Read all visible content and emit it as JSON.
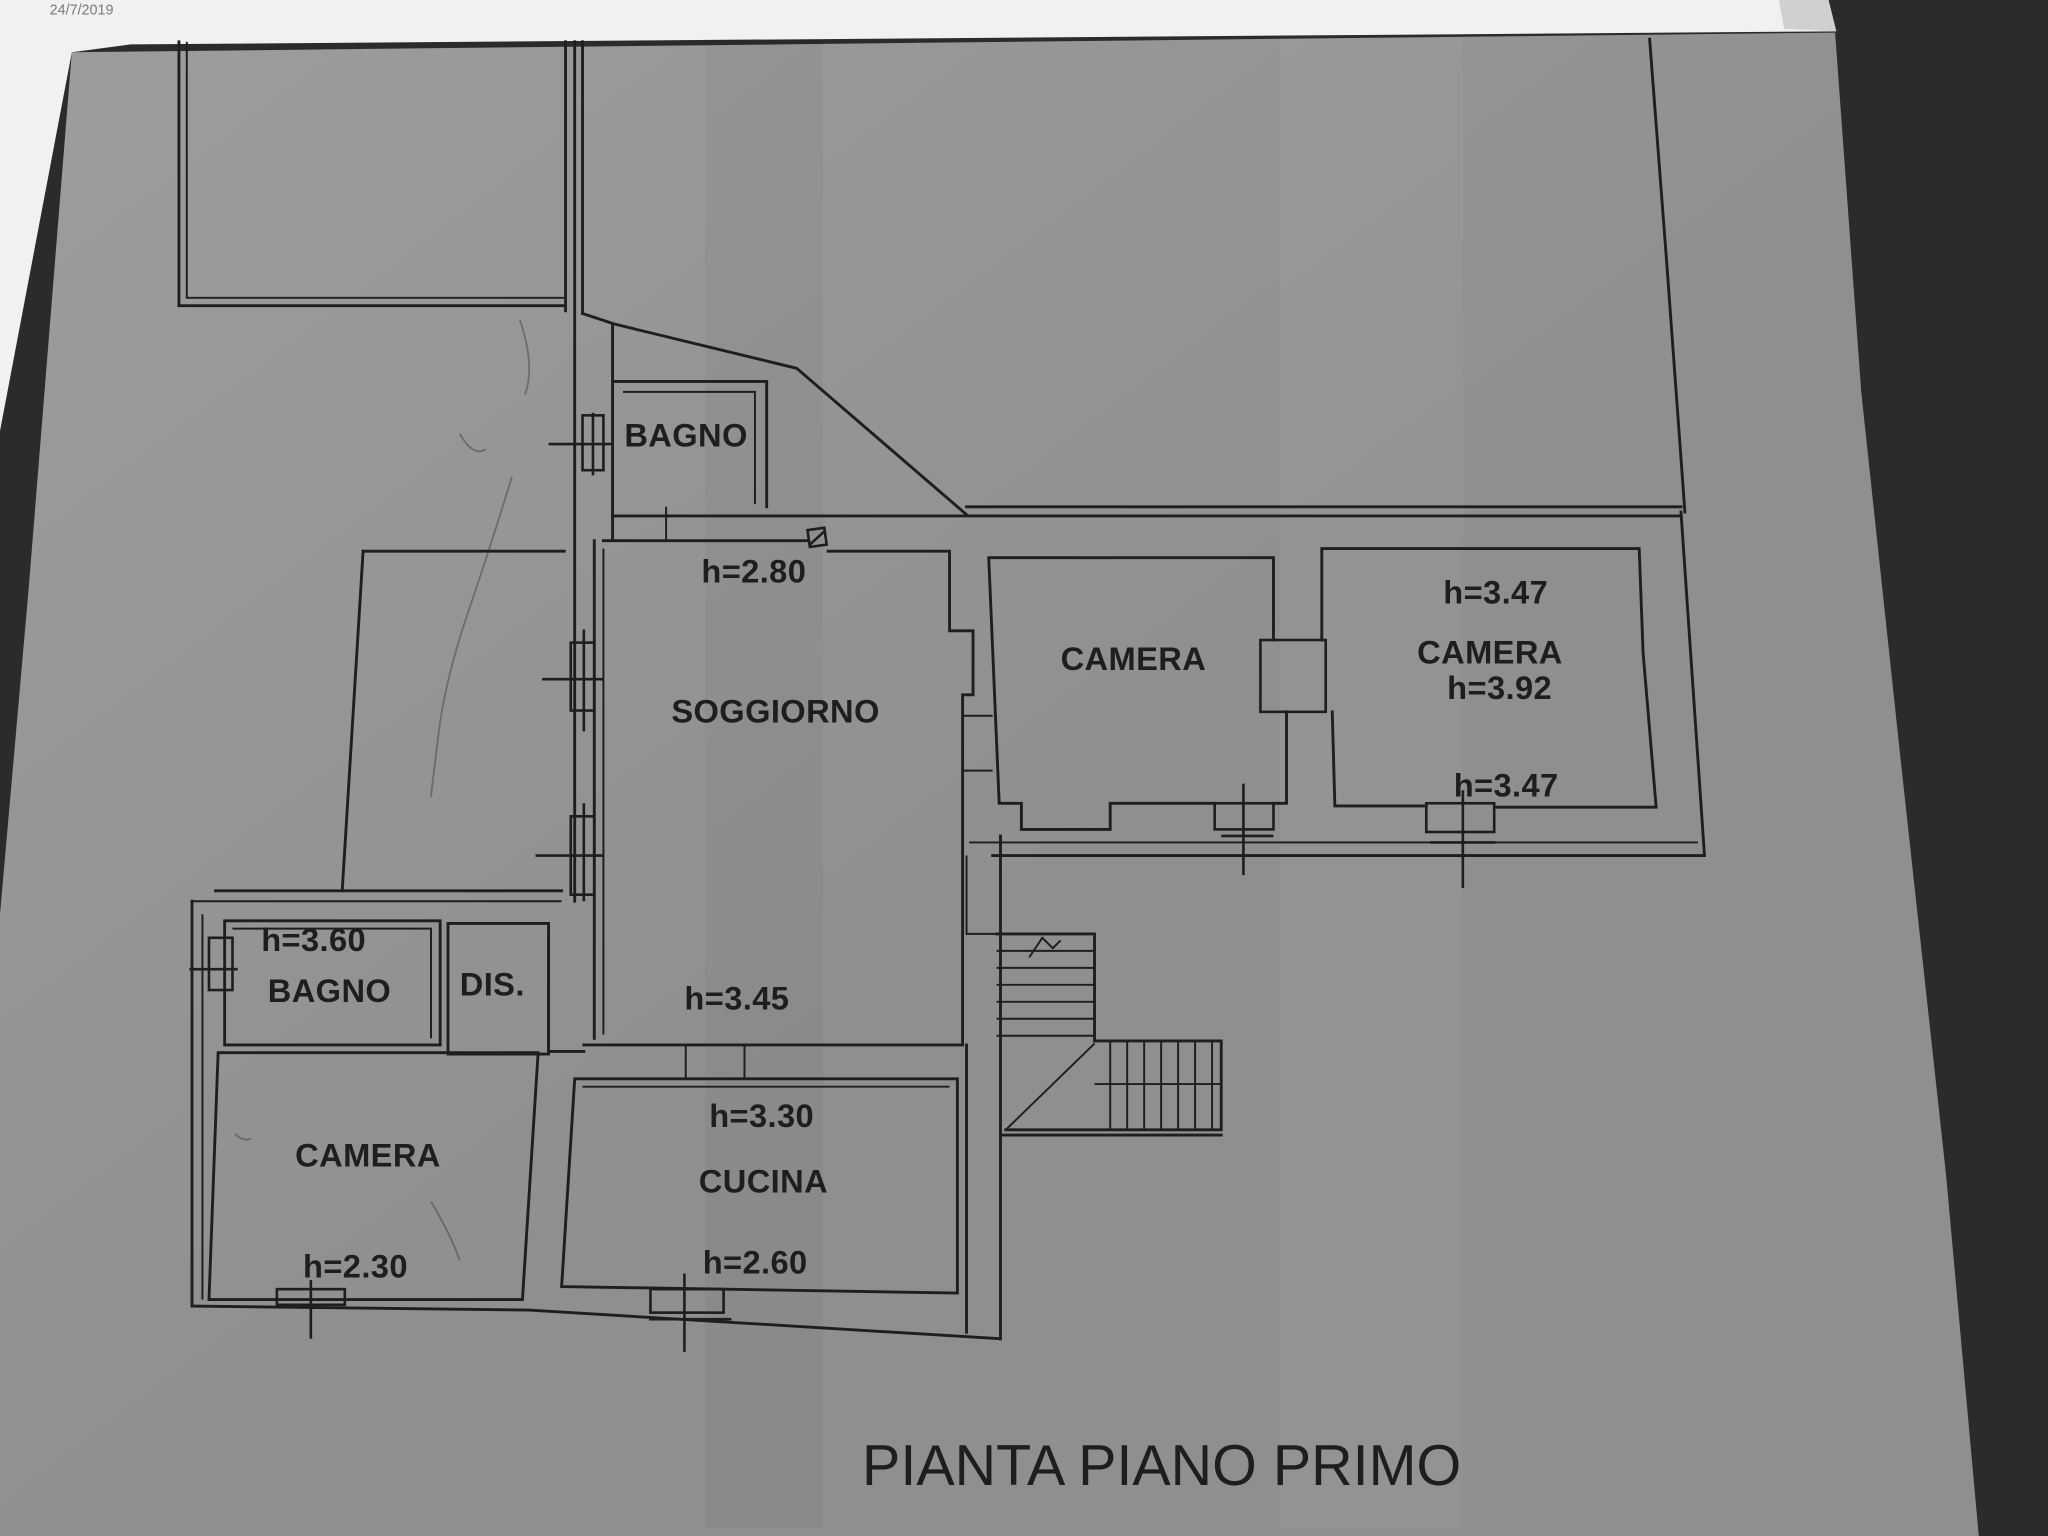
{
  "page": {
    "print_date": "24/7/2019"
  },
  "floor_plan": {
    "title": "PIANTA PIANO PRIMO",
    "rooms": {
      "bagno_top": {
        "label": "BAGNO"
      },
      "soggiorno": {
        "label": "SOGGIORNO",
        "height_top": "h=2.80",
        "height_bottom": "h=3.45"
      },
      "camera_middle": {
        "label": "CAMERA"
      },
      "camera_right": {
        "label": "CAMERA",
        "height_top": "h=3.47",
        "height_middle": "h=3.92",
        "height_bottom": "h=3.47"
      },
      "bagno_bottom": {
        "label": "BAGNO",
        "height": "h=3.60"
      },
      "disimpegno": {
        "label": "DIS."
      },
      "camera_bottom_left": {
        "label": "CAMERA",
        "height": "h=2.30"
      },
      "cucina": {
        "label": "CUCINA",
        "height_top": "h=3.30",
        "height_bottom": "h=2.60"
      }
    }
  },
  "colors": {
    "paper": "#8f8f8f",
    "paper_light": "#9d9d9d",
    "ink": "#1e1e1e",
    "background_dark": "#2b2b2b",
    "background_light": "#f1f1f1"
  }
}
